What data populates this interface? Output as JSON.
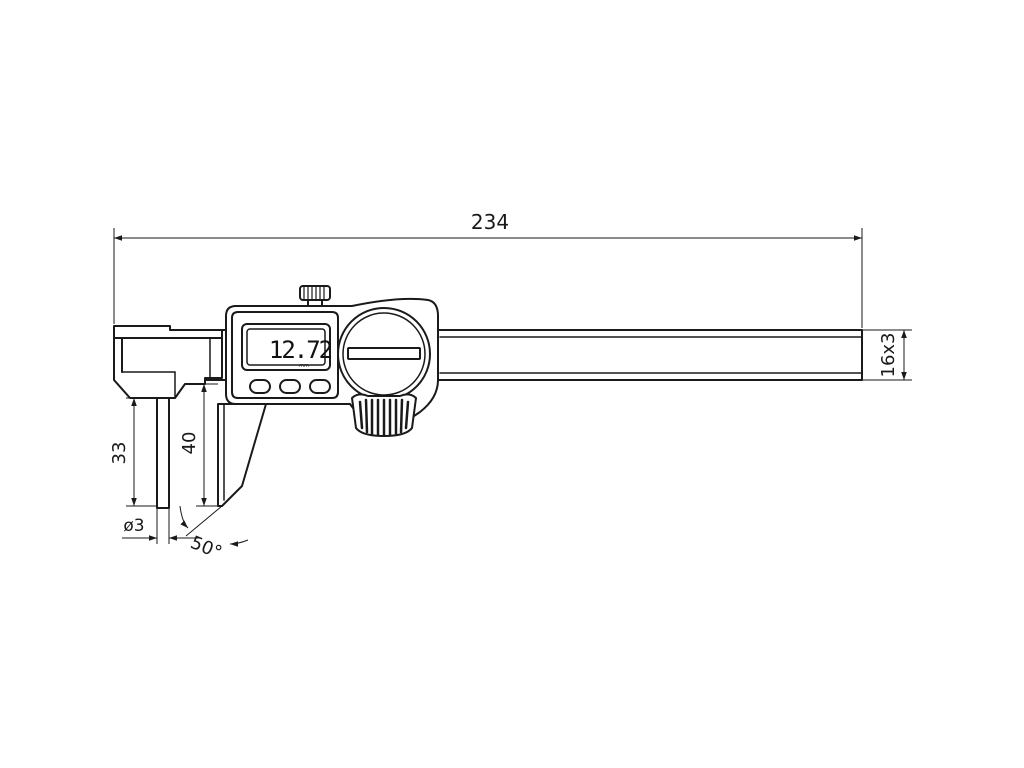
{
  "dimensions": {
    "overall_length": "234",
    "beam_section": "16x3",
    "fixed_jaw_depth": "33",
    "moving_jaw_depth": "40",
    "tip_diameter": "ø3",
    "tip_angle": "50°"
  },
  "display": {
    "reading": "12.72",
    "unit": "mm"
  },
  "colors": {
    "line": "#1a1a1a",
    "fill": "#ffffff",
    "lcd_fill": "#ffffff"
  },
  "icons": {
    "arrow": "filled-triangle-arrowhead",
    "knurl": "striped-thumbwheel"
  }
}
